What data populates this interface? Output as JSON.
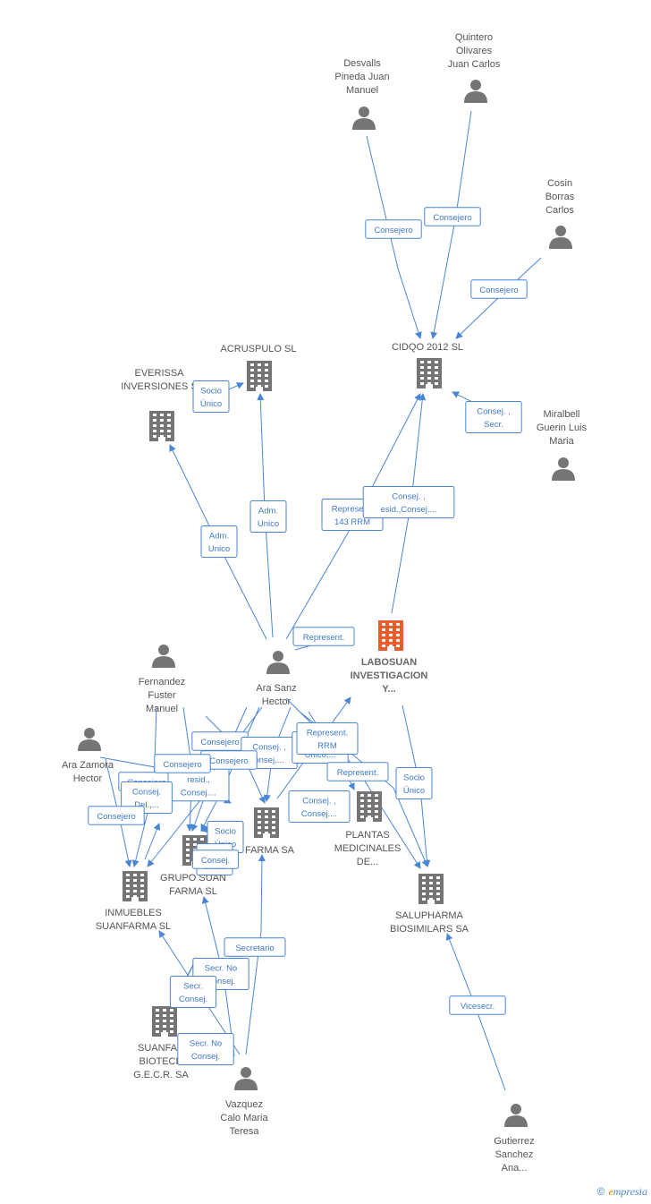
{
  "colors": {
    "edge": "#4a86d6",
    "node": "#757575",
    "main_node": "#f05a2a",
    "brand": "#4a86d6"
  },
  "nodes": [
    {
      "id": "desvalls",
      "type": "person",
      "label": [
        "Desvalls",
        "Pineda Juan",
        "Manuel"
      ]
    },
    {
      "id": "quintero",
      "type": "person",
      "label": [
        "Quintero",
        "Olivares",
        "Juan Carlos"
      ]
    },
    {
      "id": "cosin",
      "type": "person",
      "label": [
        "Cosin",
        "Borras",
        "Carlos"
      ]
    },
    {
      "id": "miralbell",
      "type": "person",
      "label": [
        "Miralbell",
        "Guerin Luis",
        "Maria"
      ]
    },
    {
      "id": "cidqo",
      "type": "company",
      "label": [
        "CIDQO 2012 SL"
      ]
    },
    {
      "id": "acruspulo",
      "type": "company",
      "label": [
        "ACRUSPULO SL"
      ]
    },
    {
      "id": "everissa",
      "type": "company",
      "label": [
        "EVERISSA",
        "INVERSIONES S"
      ]
    },
    {
      "id": "labosuan",
      "type": "main",
      "label": [
        "LABOSUAN",
        "INVESTIGACION",
        "Y..."
      ]
    },
    {
      "id": "ara_sanz",
      "type": "person",
      "label": [
        "Ara Sanz",
        "Hector"
      ]
    },
    {
      "id": "fernandez",
      "type": "person",
      "label": [
        "Fernandez",
        "Fuster",
        "Manuel"
      ]
    },
    {
      "id": "ara_zamora",
      "type": "person",
      "label": [
        "Ara Zamora",
        "Hector"
      ]
    },
    {
      "id": "suan_farma",
      "type": "company",
      "label": [
        "N FARMA SA"
      ]
    },
    {
      "id": "plantas",
      "type": "company",
      "label": [
        "PLANTAS",
        "MEDICINALES",
        "DE..."
      ]
    },
    {
      "id": "grupo_suan",
      "type": "company",
      "label": [
        "GRUPO SUAN",
        "FARMA SL"
      ]
    },
    {
      "id": "inmuebles",
      "type": "company",
      "label": [
        "INMUEBLES",
        "SUANFARMA SL"
      ]
    },
    {
      "id": "salupharma",
      "type": "company",
      "label": [
        "SALUPHARMA",
        "BIOSIMILARS SA"
      ]
    },
    {
      "id": "suanfar_biotech",
      "type": "company",
      "label": [
        "SUANFAR",
        "BIOTECH",
        "G.E.C.R. SA"
      ]
    },
    {
      "id": "vazquez",
      "type": "person",
      "label": [
        "Vazquez",
        "Calo Maria",
        "Teresa"
      ]
    },
    {
      "id": "gutierrez",
      "type": "person",
      "label": [
        "Gutierrez",
        "Sanchez",
        "Ana..."
      ]
    }
  ],
  "edge_labels": [
    [
      "Consejero"
    ],
    [
      "Consejero"
    ],
    [
      "Consejero"
    ],
    [
      "Consej. ,",
      "Secr."
    ],
    [
      "Socio",
      "Único"
    ],
    [
      "Adm.",
      "Unico"
    ],
    [
      "Adm.",
      "Unico"
    ],
    [
      "Represent.",
      "143 RRM"
    ],
    [
      "Consej. ,",
      "esid.,Consej...."
    ],
    [
      "Represent."
    ],
    [
      "Consejero"
    ],
    [
      "Consej. ,",
      "onsej...."
    ],
    [
      "Socio",
      "Único,..."
    ],
    [
      "Represent.",
      "RRM"
    ],
    [
      "Represent."
    ],
    [
      "Consej. ,",
      "Consej...."
    ],
    [
      "Consejero"
    ],
    [
      "Consej. ,",
      "resid.,",
      "Consej...."
    ],
    [
      "Consejero"
    ],
    [
      "Consejero"
    ],
    [
      "Consej.",
      "Del.,..."
    ],
    [
      "Consejero"
    ],
    [
      "Socio",
      "Único"
    ],
    [
      "Socio",
      "Único"
    ],
    [
      "Consej."
    ],
    [
      "Secretario"
    ],
    [
      "Secr.  No",
      "Consej."
    ],
    [
      "Secr.",
      "Consej."
    ],
    [
      "Secr.  No",
      "Consej."
    ],
    [
      "Vicesecr."
    ],
    [
      "Socio",
      "Único"
    ]
  ],
  "footer": {
    "copyright": "©",
    "brand_e": "e",
    "brand_rest": "mpresia"
  }
}
